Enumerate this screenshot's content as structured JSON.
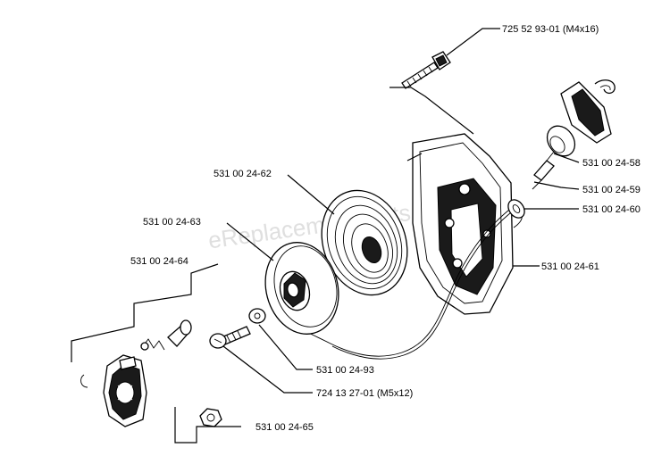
{
  "watermark": "eReplacementParts.com",
  "parts": {
    "bolt_top": "725 52 93-01 (M4x16)",
    "p58": "531 00 24-58",
    "p59": "531 00 24-59",
    "p60": "531 00 24-60",
    "p61": "531 00 24-61",
    "p62": "531 00 24-62",
    "p63": "531 00 24-63",
    "p64": "531 00 24-64",
    "p93": "531 00 24-93",
    "screw": "724 13 27-01 (M5x12)",
    "p65": "531 00 24-65"
  }
}
